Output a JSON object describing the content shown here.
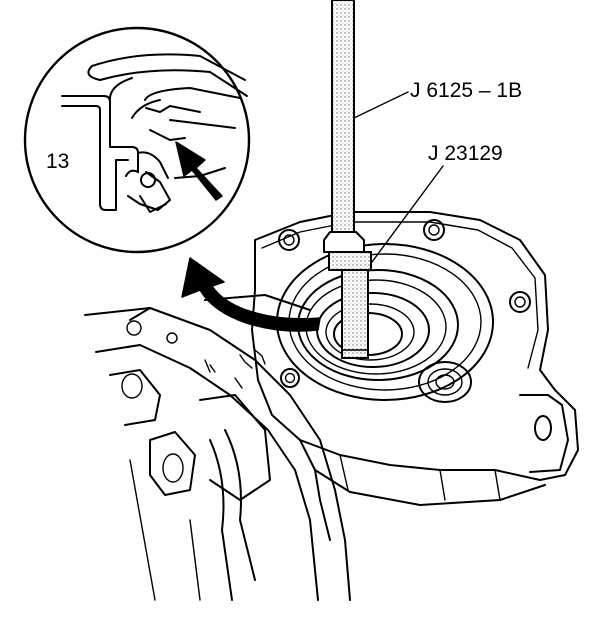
{
  "callouts": {
    "tool_rod": "J 6125 – 1B",
    "tool_adapter": "J 23129",
    "detail_part": "13"
  }
}
